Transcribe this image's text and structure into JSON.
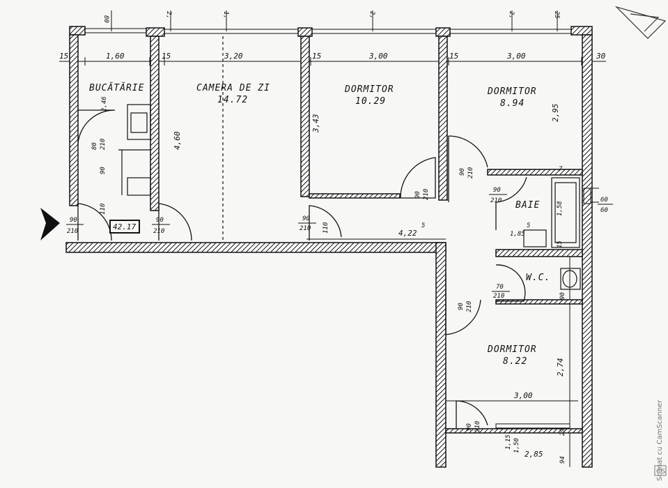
{
  "rooms": {
    "kitchen": "BUCĂTĂRIE",
    "living_name": "CAMERA DE ZI",
    "living_area": "14.72",
    "bed1_name": "DORMITOR",
    "bed1_area": "10.29",
    "bed2_name": "DORMITOR",
    "bed2_area": "8.94",
    "bath": "BAIE",
    "wc": "W.C.",
    "bed3_name": "DORMITOR",
    "bed3_area": "8.22"
  },
  "total_area": "42.17",
  "top_dimensions": [
    "15",
    "1,60",
    "15",
    "3,20",
    "15",
    "3,00",
    "15",
    "3,00",
    "30"
  ],
  "top_ticks": [
    "80",
    "2,",
    "1,",
    "2,",
    "2,",
    "25"
  ],
  "vertical_dimensions": {
    "kitchen_upper": "2,46",
    "kitchen_door_num": "80",
    "kitchen_door_den": "210",
    "kitchen_mid": "90",
    "kitchen_low": "110",
    "living_wall": "4,60",
    "bed1_wall": "3,43",
    "bed2_wall": "2,95",
    "bath_wall": "1,58",
    "bed3_wall": "2,74",
    "hall_stub": "110"
  },
  "doors": {
    "entry_num": "90",
    "entry_den": "210",
    "living_num": "90",
    "living_den": "210",
    "hall_num": "90",
    "hall_den": "210",
    "bed1_num": "90",
    "bed1_den": "210",
    "bed2_num": "90",
    "bed2_den": "210",
    "bath_num": "90",
    "bath_den": "210",
    "wc_num": "70",
    "wc_den": "210",
    "bed3_num": "90",
    "bed3_den": "210",
    "balcony_num": "90",
    "balcony_den": "210"
  },
  "misc": {
    "window_num": "60",
    "window_den": "60",
    "hall_len": "4,22",
    "hall_sup": "5",
    "bath_dim": "1,85",
    "bath_sup": "5",
    "bath_right": "7",
    "bath_right2": "15",
    "wc_right": "90",
    "bottom_dim": "3,00",
    "balcony_dim": "2,85",
    "balcony_a": "1,15",
    "balcony_b": "1,50",
    "balcony_c": "29",
    "balcony_d": "94"
  },
  "watermark": "Scanat cu CamScanner",
  "cs_badge": "CS"
}
